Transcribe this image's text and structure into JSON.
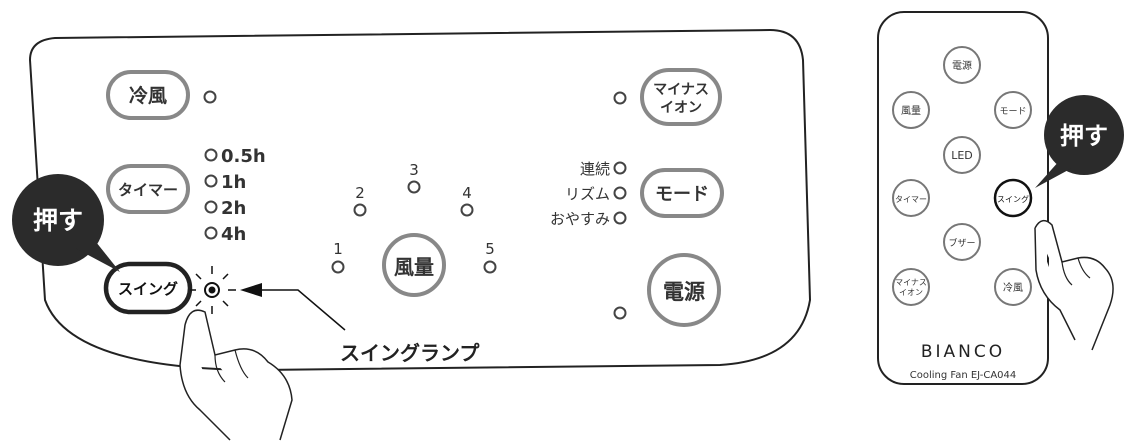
{
  "panel": {
    "buttons": {
      "cold_wind": "冷風",
      "timer": "タイマー",
      "swing": "スイング",
      "fan_speed": "風量",
      "minus_ion_line1": "マイナス",
      "minus_ion_line2": "イオン",
      "mode": "モード",
      "power": "電源"
    },
    "timer_options": [
      "0.5h",
      "1h",
      "2h",
      "4h"
    ],
    "speed_levels": [
      "1",
      "2",
      "3",
      "4",
      "5"
    ],
    "mode_options": [
      "連続",
      "リズム",
      "おやすみ"
    ],
    "swing_lamp_label": "スイングランプ",
    "press_callout": "押す"
  },
  "remote": {
    "buttons": {
      "power": "電源",
      "fan_speed": "風量",
      "mode": "モード",
      "led": "LED",
      "timer": "タイマー",
      "swing": "スイング",
      "buzzer": "ブザー",
      "minus_ion_line1": "マイナス",
      "minus_ion_line2": "イオン",
      "cold_wind": "冷風"
    },
    "brand": "BIANCO",
    "model": "Cooling Fan EJ-CA044",
    "press_callout": "押す"
  },
  "colors": {
    "outline": "#222222",
    "button_gray": "#888888",
    "callout_fill": "#2b2b2b",
    "callout_text": "#ffffff"
  }
}
